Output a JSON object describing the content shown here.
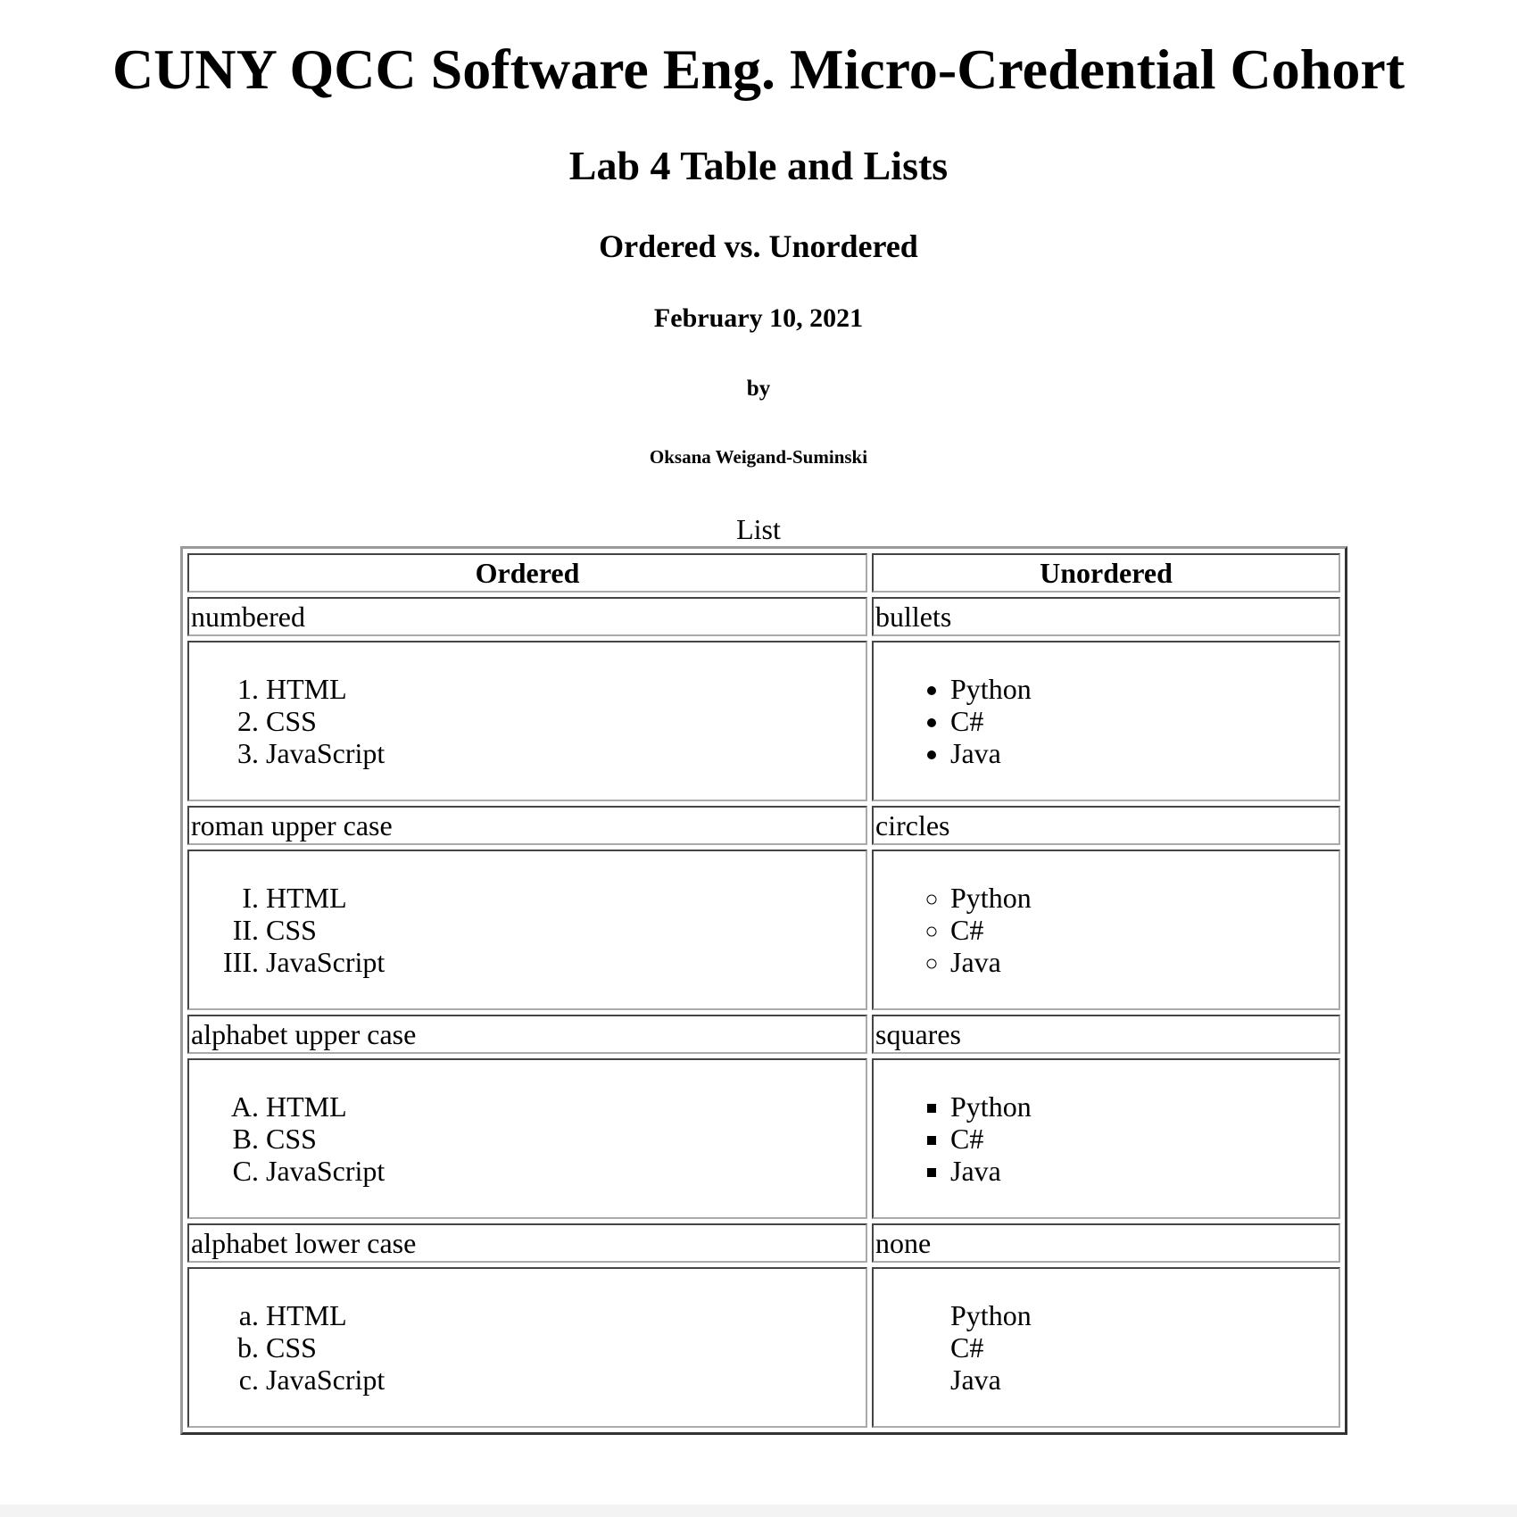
{
  "headings": {
    "h1": "CUNY QCC Software Eng. Micro-Credential Cohort",
    "h2": "Lab 4 Table and Lists",
    "h3": "Ordered vs. Unordered",
    "h4": "February 10, 2021",
    "h5": "by",
    "h6": "Oksana Weigand-Suminski"
  },
  "table": {
    "caption": "List",
    "headers": [
      "Ordered",
      "Unordered"
    ],
    "rows": [
      {
        "ordered_label": "numbered",
        "unordered_label": "bullets",
        "ordered_items": [
          "HTML",
          "CSS",
          "JavaScript"
        ],
        "unordered_items": [
          "Python",
          "C#",
          "Java"
        ]
      },
      {
        "ordered_label": "roman upper case",
        "unordered_label": "circles",
        "ordered_items": [
          "HTML",
          "CSS",
          "JavaScript"
        ],
        "unordered_items": [
          "Python",
          "C#",
          "Java"
        ]
      },
      {
        "ordered_label": "alphabet upper case",
        "unordered_label": "squares",
        "ordered_items": [
          "HTML",
          "CSS",
          "JavaScript"
        ],
        "unordered_items": [
          "Python",
          "C#",
          "Java"
        ]
      },
      {
        "ordered_label": "alphabet lower case",
        "unordered_label": "none",
        "ordered_items": [
          "HTML",
          "CSS",
          "JavaScript"
        ],
        "unordered_items": [
          "Python",
          "C#",
          "Java"
        ]
      }
    ]
  }
}
